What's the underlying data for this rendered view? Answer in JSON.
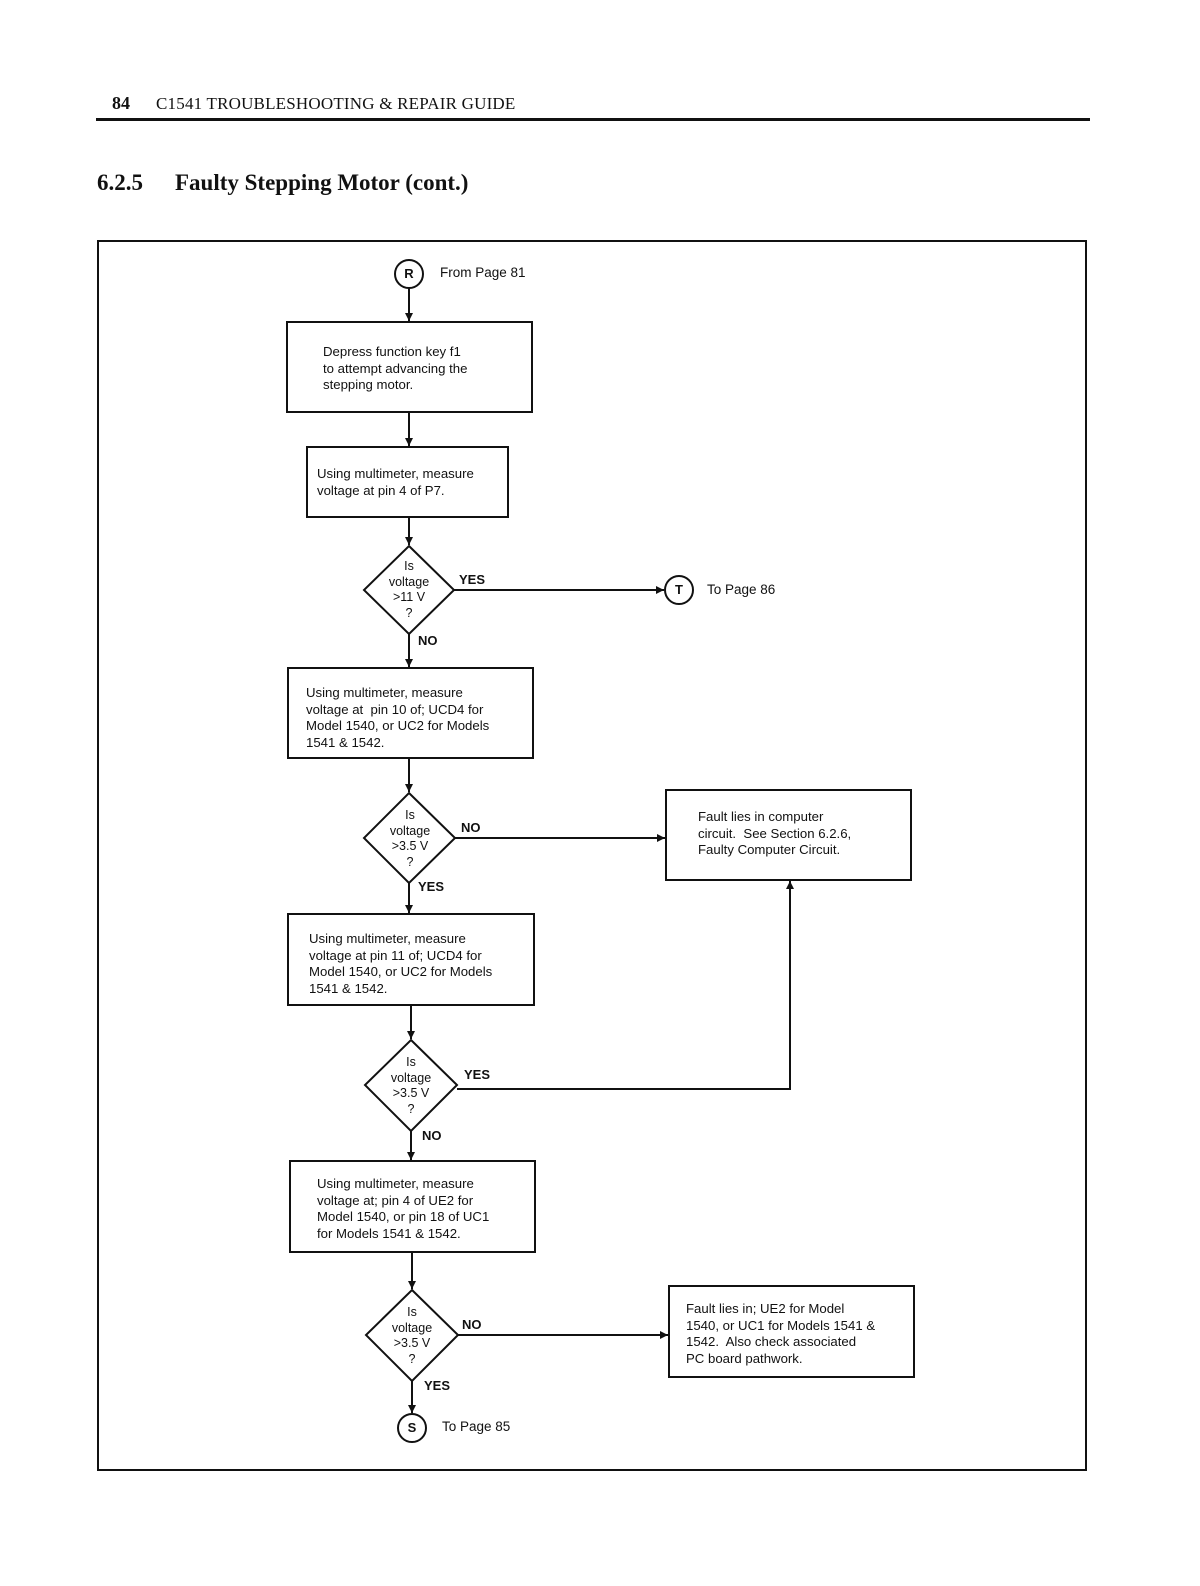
{
  "header": {
    "page_number": "84",
    "book_title": "C1541 TROUBLESHOOTING & REPAIR GUIDE"
  },
  "section": {
    "number": "6.2.5",
    "title": "Faulty Stepping Motor (cont.)"
  },
  "connectors": {
    "r": {
      "letter": "R",
      "label": "From Page  81"
    },
    "t": {
      "letter": "T",
      "label": "To Page  86"
    },
    "s": {
      "letter": "S",
      "label": "To Page  85"
    }
  },
  "steps": {
    "depress": "Depress function key f1\nto attempt advancing the\nstepping motor.",
    "measure_p7": "Using multimeter, measure\nvoltage at pin 4 of P7.",
    "measure_pin10": "Using multimeter, measure\nvoltage at  pin 10 of; UCD4 for\nModel 1540, or UC2 for Models\n1541 & 1542.",
    "measure_pin11": "Using multimeter, measure\nvoltage at pin 11 of; UCD4 for\nModel 1540, or UC2 for Models\n1541 & 1542.",
    "measure_ue2": "Using multimeter, measure\nvoltage at; pin 4 of UE2 for\nModel 1540, or pin 18 of UC1\nfor Models 1541 & 1542."
  },
  "outcomes": {
    "computer_fault": "Fault lies in computer\ncircuit.  See Section 6.2.6,\nFaulty Computer Circuit.",
    "ue2_fault": "Fault lies in; UE2 for Model\n1540, or UC1 for Models 1541 &\n1542.  Also check associated\nPC board pathwork."
  },
  "decisions": {
    "d1": "Is\nvoltage\n>11 V\n?",
    "d2": "Is\nvoltage\n>3.5 V\n?",
    "d3": "Is\nvoltage\n>3.5 V\n?",
    "d4": "Is\nvoltage\n>3.5 V\n?"
  },
  "branches": {
    "d1_yes": "YES",
    "d1_no": "NO",
    "d2_no": "NO",
    "d2_yes": "YES",
    "d3_yes": "YES",
    "d3_no": "NO",
    "d4_no": "NO",
    "d4_yes": "YES"
  }
}
